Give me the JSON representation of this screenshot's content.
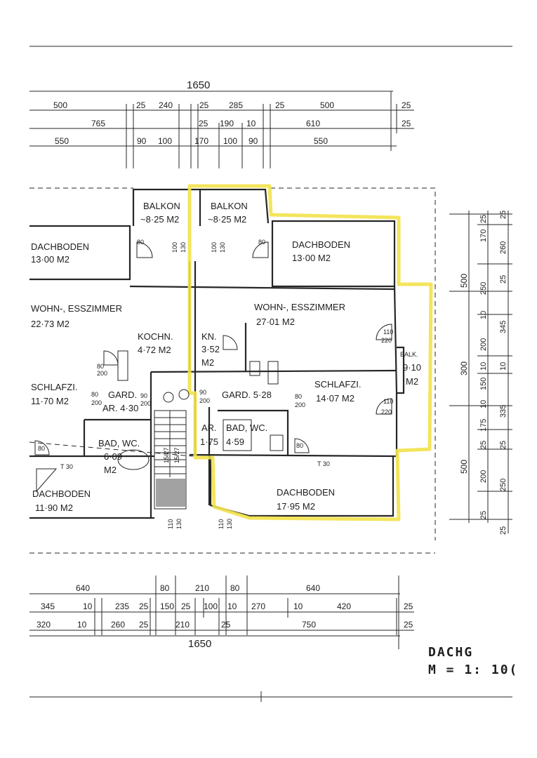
{
  "dimensions": {
    "total": "1650",
    "top_row1": [
      "500",
      "25",
      "240",
      "25",
      "285",
      "25",
      "500",
      "25"
    ],
    "top_row2": [
      "765",
      "25",
      "190",
      "10",
      "610",
      "25"
    ],
    "top_row3": [
      "550",
      "90",
      "100",
      "170",
      "100",
      "90",
      "550"
    ],
    "bottom_row1": [
      "640",
      "80",
      "210",
      "80",
      "640"
    ],
    "bottom_row2": [
      "345",
      "10",
      "235",
      "25",
      "150",
      "25",
      "100",
      "10",
      "270",
      "10",
      "420",
      "25"
    ],
    "bottom_row3": [
      "320",
      "10",
      "260",
      "25",
      "210",
      "25",
      "750",
      "25"
    ],
    "right_outer": [
      "500",
      "300",
      "500"
    ],
    "right_mid": [
      "25",
      "170",
      "250",
      "10",
      "200",
      "10",
      "150",
      "10",
      "175",
      "25",
      "200",
      "25"
    ],
    "right_inner": [
      "25",
      "260",
      "25",
      "345",
      "10",
      "335",
      "25",
      "250",
      "25"
    ]
  },
  "rooms": {
    "balkon_left": {
      "name": "BALKON",
      "area": "~8·25 M2"
    },
    "balkon_right": {
      "name": "BALKON",
      "area": "~8·25 M2"
    },
    "dachboden_tl": {
      "name": "DACHBODEN",
      "area": "13·00 M2"
    },
    "dachboden_tr": {
      "name": "DACHBODEN",
      "area": "13·00 M2"
    },
    "wohn_left": {
      "name": "WOHN-, ESSZIMMER",
      "area": "22·73 M2"
    },
    "wohn_right": {
      "name": "WOHN-, ESSZIMMER",
      "area": "27·01 M2"
    },
    "kochn": {
      "name": "KOCHN.",
      "area": "4·72 M2"
    },
    "kn": {
      "name": "KN.",
      "area": "3·52",
      "unit": "M2"
    },
    "balk": {
      "name": "BALK.",
      "area": "9·10",
      "unit": "M2"
    },
    "schlafzi_left": {
      "name": "SCHLAFZI.",
      "area": "11·70 M2"
    },
    "schlafzi_right": {
      "name": "SCHLAFZI.",
      "area": "14·07 M2"
    },
    "gard_left": {
      "name": "GARD."
    },
    "ar_left": {
      "name": "AR. 4·30"
    },
    "gard_right": {
      "name": "GARD. 5·28"
    },
    "ar_right": {
      "name": "AR.",
      "area": "1·75"
    },
    "bad_left": {
      "name": "BAD, WC.",
      "area": "6·09",
      "unit": "M2"
    },
    "bad_right": {
      "name": "BAD, WC.",
      "area": "4·59"
    },
    "dachboden_bl": {
      "name": "DACHBODEN",
      "area": "11·90 M2"
    },
    "dachboden_br": {
      "name": "DACHBODEN",
      "area": "17·95 M2"
    }
  },
  "openings": {
    "d80": "80",
    "d90": "90",
    "d100": "100",
    "d110": "110",
    "d130": "130",
    "d200": "200",
    "d220": "220",
    "d210": "210",
    "t30": "T 30",
    "stair": "15/27"
  },
  "stamp": {
    "line1": "DACHG",
    "line2": "M = 1: 10("
  },
  "colors": {
    "highlight": "#f2e24a",
    "ink": "#262626"
  }
}
